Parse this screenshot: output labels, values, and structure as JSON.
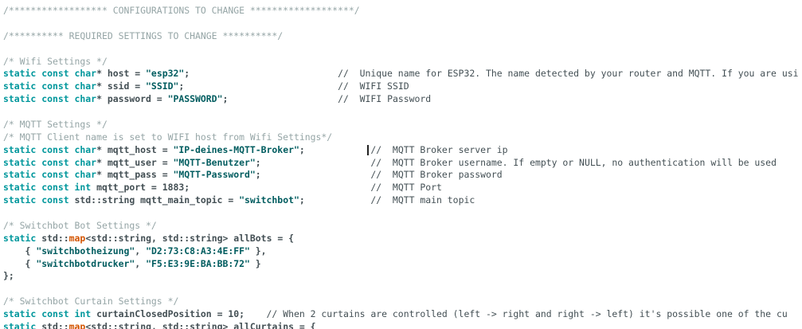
{
  "app": {
    "name": "code-editor",
    "language": "cpp"
  },
  "editor": {
    "background": "#ffffff",
    "colors": {
      "keyword": "#00979C",
      "string": "#005C5F",
      "function": "#D35400",
      "plain": "#434F54",
      "block_comment": "#95A5A6",
      "line_comment": "#434F54",
      "cursor": "#222222"
    },
    "cursor": {
      "line": 11,
      "col": 66.4
    },
    "lines": [
      [
        [
          "cmt1",
          "/****************** CONFIGURATIONS TO CHANGE *******************/"
        ]
      ],
      [],
      [
        [
          "cmt1",
          "/********** REQUIRED SETTINGS TO CHANGE **********/"
        ]
      ],
      [],
      [
        [
          "cmt1",
          "/* Wifi Settings */"
        ]
      ],
      [
        [
          "kw",
          "static const char"
        ],
        [
          "plain",
          "* host = "
        ],
        [
          "str",
          "\"esp32\""
        ],
        [
          "plain",
          ";"
        ],
        [
          "sp",
          "                           "
        ],
        [
          "cmt2",
          "//  Unique name for ESP32. The name detected by your router and MQTT. If you are usi"
        ]
      ],
      [
        [
          "kw",
          "static const char"
        ],
        [
          "plain",
          "* ssid = "
        ],
        [
          "str",
          "\"SSID\""
        ],
        [
          "plain",
          ";"
        ],
        [
          "sp",
          "                            "
        ],
        [
          "cmt2",
          "//  WIFI SSID"
        ]
      ],
      [
        [
          "kw",
          "static const char"
        ],
        [
          "plain",
          "* password = "
        ],
        [
          "str",
          "\"PASSWORD\""
        ],
        [
          "plain",
          ";"
        ],
        [
          "sp",
          "                    "
        ],
        [
          "cmt2",
          "//  WIFI Password"
        ]
      ],
      [],
      [
        [
          "cmt1",
          "/* MQTT Settings */"
        ]
      ],
      [
        [
          "cmt1",
          "/* MQTT Client name is set to WIFI host from Wifi Settings*/"
        ]
      ],
      [
        [
          "kw",
          "static const char"
        ],
        [
          "plain",
          "* mqtt_host = "
        ],
        [
          "str",
          "\"IP-deines-MQTT-Broker\""
        ],
        [
          "plain",
          ";"
        ],
        [
          "sp",
          "            "
        ],
        [
          "cmt2",
          "//  MQTT Broker server ip"
        ]
      ],
      [
        [
          "kw",
          "static const char"
        ],
        [
          "plain",
          "* mqtt_user = "
        ],
        [
          "str",
          "\"MQTT-Benutzer\""
        ],
        [
          "plain",
          ";"
        ],
        [
          "sp",
          "                    "
        ],
        [
          "cmt2",
          "//  MQTT Broker username. If empty or NULL, no authentication will be used"
        ]
      ],
      [
        [
          "kw",
          "static const char"
        ],
        [
          "plain",
          "* mqtt_pass = "
        ],
        [
          "str",
          "\"MQTT-Password\""
        ],
        [
          "plain",
          ";"
        ],
        [
          "sp",
          "                    "
        ],
        [
          "cmt2",
          "//  MQTT Broker password"
        ]
      ],
      [
        [
          "kw",
          "static const int"
        ],
        [
          "plain",
          " mqtt_port = 1883;"
        ],
        [
          "sp",
          "                                 "
        ],
        [
          "cmt2",
          "//  MQTT Port"
        ]
      ],
      [
        [
          "kw",
          "static const"
        ],
        [
          "plain",
          " std::string mqtt_main_topic = "
        ],
        [
          "str",
          "\"switchbot\""
        ],
        [
          "plain",
          ";"
        ],
        [
          "sp",
          "            "
        ],
        [
          "cmt2",
          "//  MQTT main topic"
        ]
      ],
      [],
      [
        [
          "cmt1",
          "/* Switchbot Bot Settings */"
        ]
      ],
      [
        [
          "kw",
          "static"
        ],
        [
          "plain",
          " std::"
        ],
        [
          "fn",
          "map"
        ],
        [
          "plain",
          "<std::string, std::string> allBots = {"
        ]
      ],
      [
        [
          "plain",
          "    { "
        ],
        [
          "str",
          "\"switchbotheizung\""
        ],
        [
          "plain",
          ", "
        ],
        [
          "str",
          "\"D2:73:C8:A3:4E:FF\""
        ],
        [
          "plain",
          " },"
        ]
      ],
      [
        [
          "plain",
          "    { "
        ],
        [
          "str",
          "\"switchbotdrucker\""
        ],
        [
          "plain",
          ", "
        ],
        [
          "str",
          "\"F5:E3:9E:BA:BB:72\""
        ],
        [
          "plain",
          " }"
        ]
      ],
      [
        [
          "plain",
          "};"
        ]
      ],
      [],
      [
        [
          "cmt1",
          "/* Switchbot Curtain Settings */"
        ]
      ],
      [
        [
          "kw",
          "static const int"
        ],
        [
          "plain",
          " curtainClosedPosition = 10;"
        ],
        [
          "sp",
          "    "
        ],
        [
          "cmt2",
          "// When 2 curtains are controlled (left -> right and right -> left) it's possible one of the cu"
        ]
      ],
      [
        [
          "kw",
          "static"
        ],
        [
          "plain",
          " std::"
        ],
        [
          "fn",
          "map"
        ],
        [
          "plain",
          "<std::string, std::string> allCurtains = {"
        ]
      ]
    ]
  }
}
